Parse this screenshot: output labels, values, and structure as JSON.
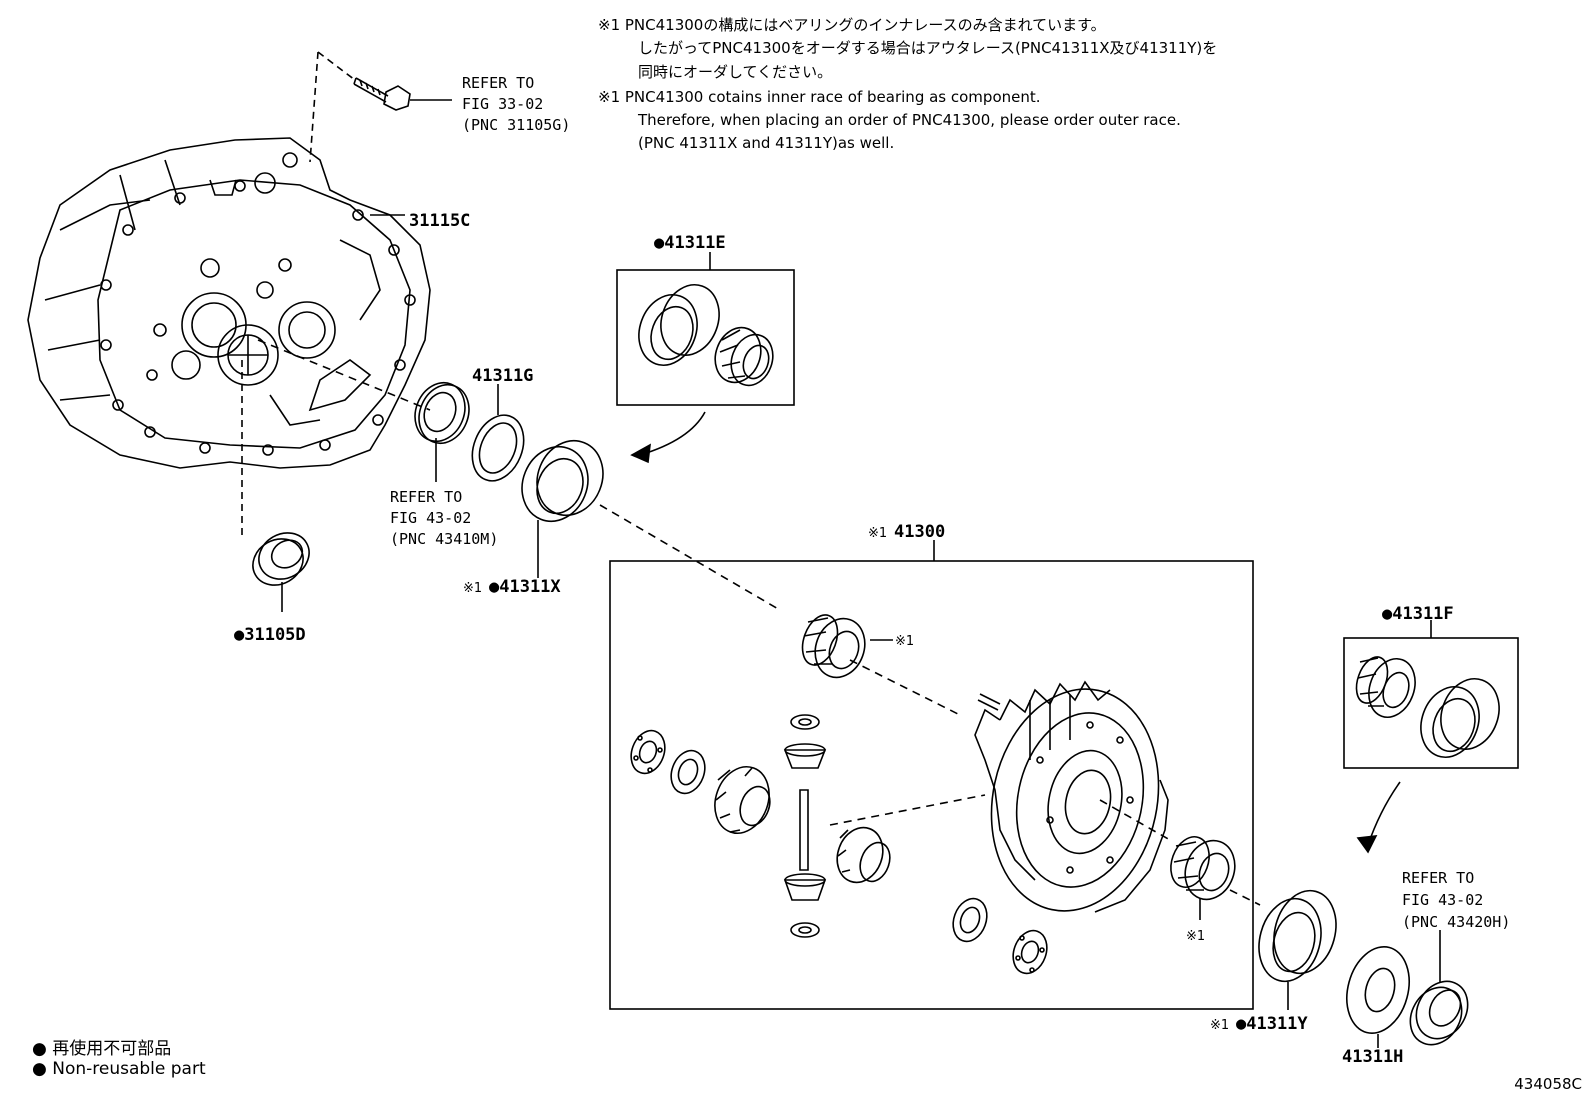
{
  "notes": {
    "jp_line1": "※1 PNC41300の構成にはベアリングのインナレースのみ含まれています。",
    "jp_line2": "したがってPNC41300をオーダする場合はアウタレース(PNC41311X及び41311Y)を",
    "jp_line3": "同時にオーダしてください。",
    "en_line1": "※1 PNC41300 cotains inner race of bearing as component.",
    "en_line2": "Therefore, when placing an order of PNC41300, please order outer race.",
    "en_line3": "(PNC 41311X and 41311Y)as well."
  },
  "labels": {
    "ref_3302_a": "REFER TO",
    "ref_3302_b": "FIG 33-02",
    "ref_3302_c": "(PNC 31105G)",
    "p31115c": "31115C",
    "p41311g": "41311G",
    "ref_4302m_a": "REFER TO",
    "ref_4302m_b": "FIG 43-02",
    "ref_4302m_c": "(PNC 43410M)",
    "p41311x_mark": "※1",
    "p41311x": "●41311X",
    "p31105d": "●31105D",
    "p41311e": "●41311E",
    "p41300_mark": "※1",
    "p41300": "41300",
    "bearing_mark_top": "※1",
    "bearing_mark_bottom": "※1",
    "p41311f": "●41311F",
    "ref_4302h_a": "REFER TO",
    "ref_4302h_b": "FIG 43-02",
    "ref_4302h_c": "(PNC 43420H)",
    "p41311y_mark": "※1",
    "p41311y": "●41311Y",
    "p41311h": "41311H"
  },
  "legend": {
    "jp": "● 再使用不可部品",
    "en": "● Non-reusable part"
  },
  "figure_number": "434058C"
}
